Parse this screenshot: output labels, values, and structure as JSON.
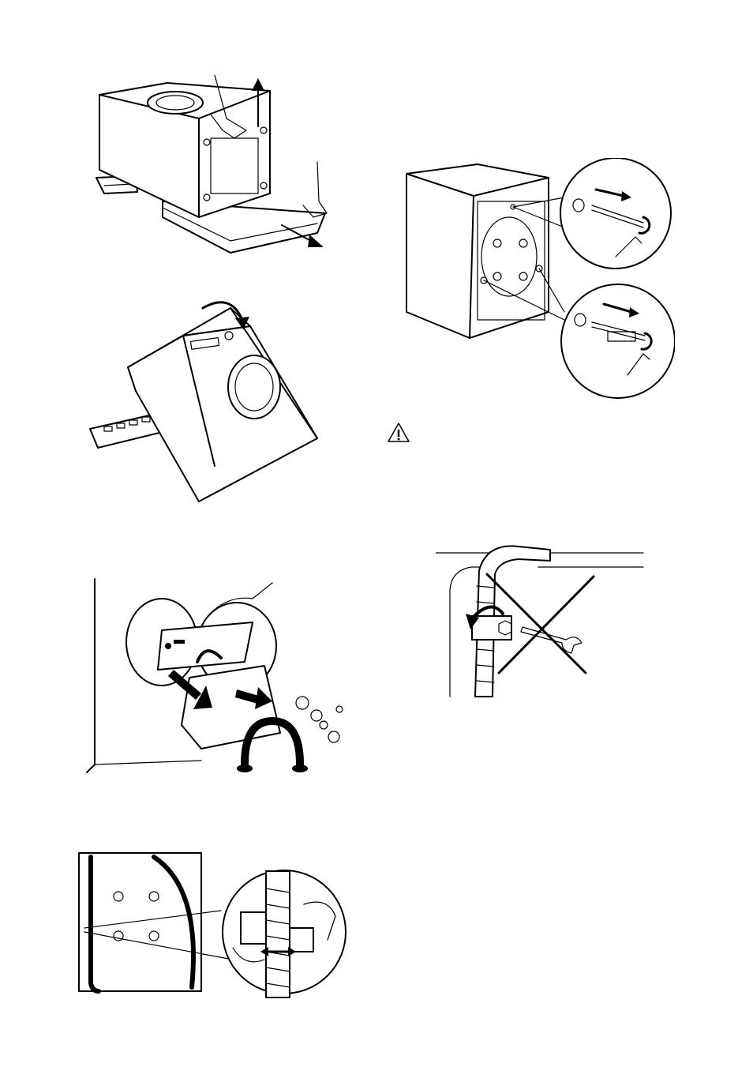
{
  "page": {
    "background": "#ffffff",
    "line_color": "#000000"
  },
  "figures": [
    {
      "id": "fig-1",
      "icon": "lift-machine-off-base-icon"
    },
    {
      "id": "fig-2",
      "icon": "tilt-machine-back-icon"
    },
    {
      "id": "fig-3",
      "icon": "remove-drum-packing-icon"
    },
    {
      "id": "fig-4",
      "icon": "release-hose-clip-icon"
    },
    {
      "id": "fig-5",
      "icon": "remove-transit-bolts-icon"
    },
    {
      "id": "fig-6",
      "icon": "do-not-remove-hose-clamp-icon"
    }
  ],
  "warning": {
    "icon": "warning-triangle-icon"
  }
}
